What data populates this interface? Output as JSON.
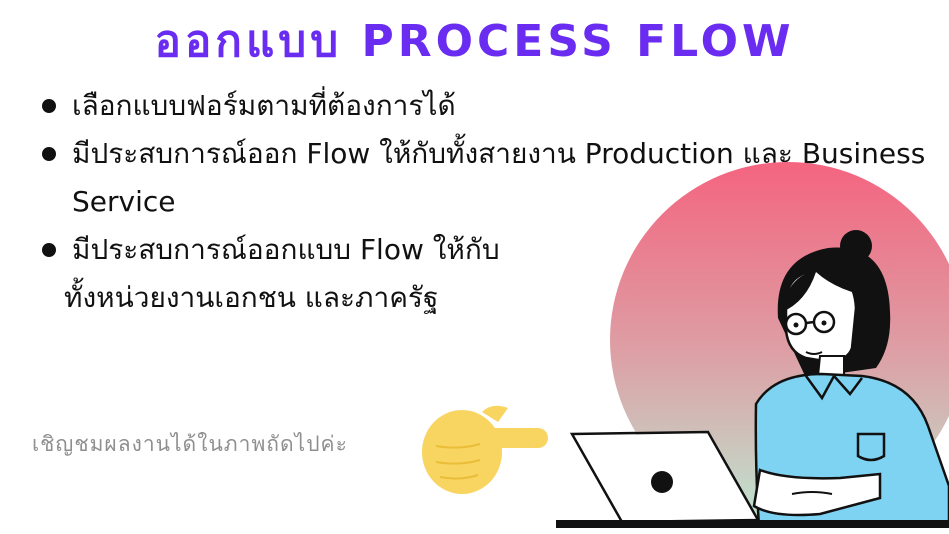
{
  "title": "ออกแบบ PROCESS FLOW",
  "bullets": [
    "เลือกแบบฟอร์มตามที่ต้องการได้",
    "มีประสบการณ์ออก Flow ให้กับทั้งสายงาน Production และ Business Service",
    "มีประสบการณ์ออกแบบ Flow ให้กับ"
  ],
  "bullet3_continuation": "ทั้งหน่วยงานเอกชน และภาครัฐ",
  "caption": "เชิญชมผลงานได้ในภาพถัดไปค่ะ",
  "colors": {
    "title": "#6a2cf0",
    "circle_top": "#f4647f",
    "circle_bottom": "#bfe3cf",
    "shirt": "#7fd3f2",
    "hand": "#f8d560",
    "hair": "#111111"
  },
  "icons": [
    "pointing-hand-icon",
    "laptop-icon",
    "woman-illustration"
  ]
}
